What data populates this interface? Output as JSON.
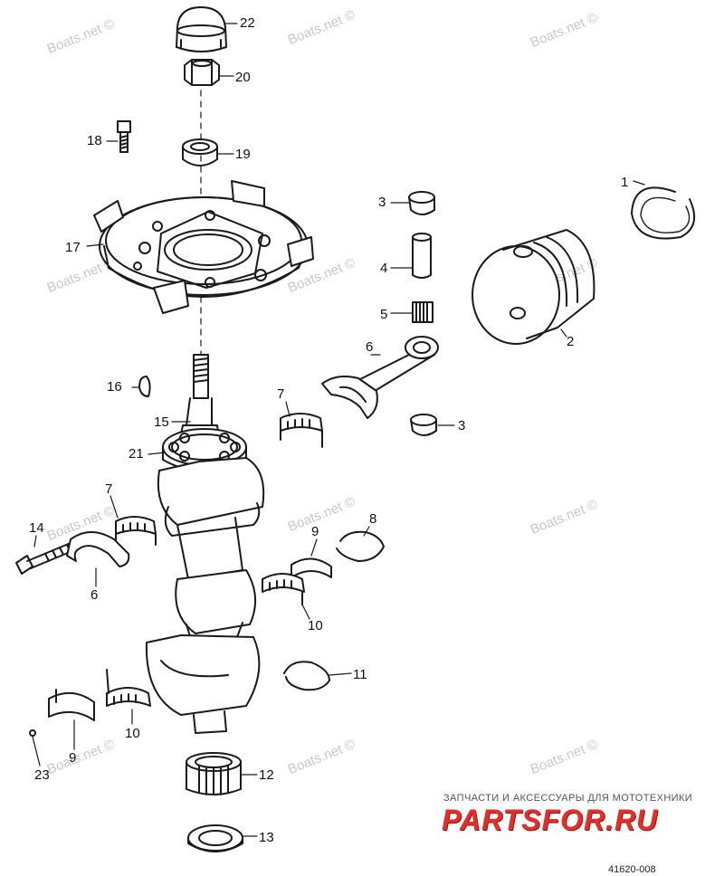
{
  "watermark_text": "Boats.net ©",
  "brand": {
    "tagline": "ЗАПЧАСТИ И АКСЕССУАРЫ ДЛЯ МОТОТЕХНИКИ",
    "logo_text": "PARTSFOR.RU",
    "logo_color": "#e0302c"
  },
  "diagram_code": "41620-008",
  "callouts": {
    "c1": "1",
    "c2": "2",
    "c3a": "3",
    "c3b": "3",
    "c4": "4",
    "c5": "5",
    "c6a": "6",
    "c6b": "6",
    "c7a": "7",
    "c7b": "7",
    "c8": "8",
    "c9a": "9",
    "c9b": "9",
    "c10a": "10",
    "c10b": "10",
    "c11": "11",
    "c12": "12",
    "c13": "13",
    "c14": "14",
    "c15": "15",
    "c16": "16",
    "c17": "17",
    "c18": "18",
    "c19": "19",
    "c20": "20",
    "c21": "21",
    "c22": "22",
    "c23": "23"
  },
  "line_color": "#1a1a1a",
  "watermark_color": "#c8c8c8"
}
